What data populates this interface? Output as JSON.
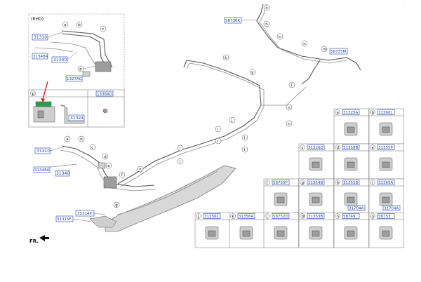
{
  "diagram": {
    "rhd_caption": "(RHD)",
    "front_marker": "FR.",
    "part_labels": [
      {
        "id": "p31310a",
        "text": "31310"
      },
      {
        "id": "p31348a",
        "text": "31348A"
      },
      {
        "id": "p31340a",
        "text": "31340"
      },
      {
        "id": "p1327ac",
        "text": "1327AC"
      },
      {
        "id": "p31324",
        "text": "31324"
      },
      {
        "id": "p1338ad",
        "text": "1338AD"
      },
      {
        "id": "p58736k",
        "text": "58736K"
      },
      {
        "id": "p58735m",
        "text": "58735M"
      },
      {
        "id": "p31310b",
        "text": "31310"
      },
      {
        "id": "p31348b",
        "text": "31348A"
      },
      {
        "id": "p31340b",
        "text": "31340"
      },
      {
        "id": "p31314p",
        "text": "31314P"
      },
      {
        "id": "p31315f",
        "text": "31315F"
      }
    ],
    "grid_labels": [
      {
        "id": "g_a",
        "callout": "a",
        "part": "31325A"
      },
      {
        "id": "g_b",
        "callout": "b",
        "part": "31360J"
      },
      {
        "id": "g_c",
        "callout": "c",
        "part": "31326D"
      },
      {
        "id": "g_d",
        "callout": "d",
        "part": "31358B"
      },
      {
        "id": "g_e",
        "callout": "e",
        "part": "31355P"
      },
      {
        "id": "g_f",
        "callout": "f",
        "part": "58755P"
      },
      {
        "id": "g_g",
        "callout": "g",
        "part": "31354B"
      },
      {
        "id": "g_h",
        "callout": "h",
        "part": "31355B"
      },
      {
        "id": "g_h2",
        "callout": "",
        "part": "31704A"
      },
      {
        "id": "g_i",
        "callout": "i",
        "part": "31365A"
      },
      {
        "id": "g_i2",
        "callout": "",
        "part": "31704A"
      },
      {
        "id": "g_j",
        "callout": "j",
        "part": "31356C"
      },
      {
        "id": "g_k",
        "callout": "k",
        "part": "31356A"
      },
      {
        "id": "g_l",
        "callout": "l",
        "part": "58752D"
      },
      {
        "id": "g_m",
        "callout": "m",
        "part": "31353B"
      },
      {
        "id": "g_n",
        "callout": "n",
        "part": "58749"
      },
      {
        "id": "g_o",
        "callout": "o",
        "part": "58753"
      }
    ],
    "inset_p_callout": "p",
    "inset_p_part": "1338AD",
    "callouts": [
      "a",
      "b",
      "c",
      "d",
      "e",
      "f",
      "g",
      "h",
      "i",
      "j",
      "k",
      "l",
      "m",
      "n",
      "o",
      "p"
    ],
    "colors": {
      "label_blue": "#1a3fb5",
      "pointer_red": "#d8231f",
      "highlight_green": "#2a9d4b"
    }
  }
}
